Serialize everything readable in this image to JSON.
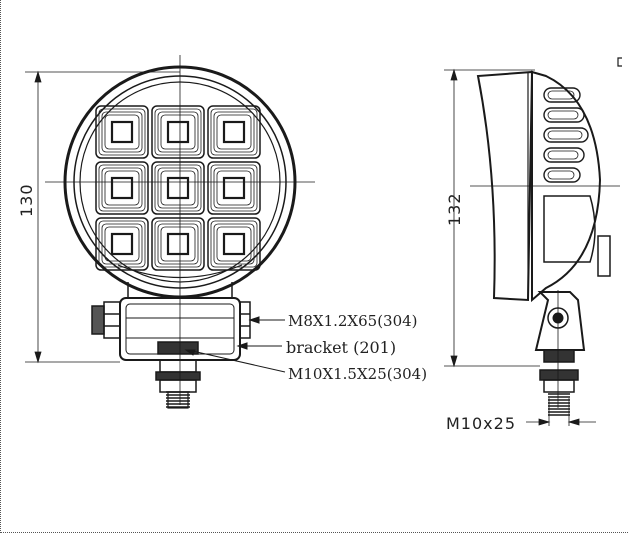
{
  "front_view": {
    "height_dim": "130",
    "callouts": {
      "bolt": "M8X1.2X65(304)",
      "bracket": "bracket (201)",
      "mount": "M10X1.5X25(304)"
    },
    "led_count": 9
  },
  "side_view": {
    "height_dim": "132",
    "thread_dim": "M10x25"
  },
  "colors": {
    "line": "#1a1a1a",
    "fill": "#ffffff"
  }
}
